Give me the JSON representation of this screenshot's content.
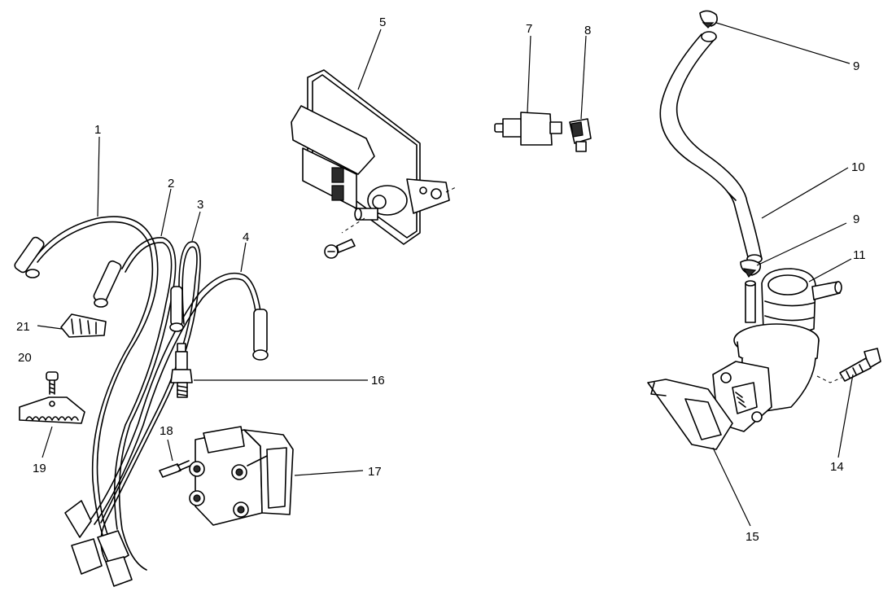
{
  "diagram": {
    "callouts": {
      "c1": "1",
      "c2": "2",
      "c3": "3",
      "c4": "4",
      "c5": "5",
      "c7": "7",
      "c8": "8",
      "c9a": "9",
      "c9b": "9",
      "c10": "10",
      "c11": "11",
      "c14": "14",
      "c15": "15",
      "c16": "16",
      "c17": "17",
      "c18": "18",
      "c19": "19",
      "c20": "20",
      "c21": "21"
    }
  }
}
